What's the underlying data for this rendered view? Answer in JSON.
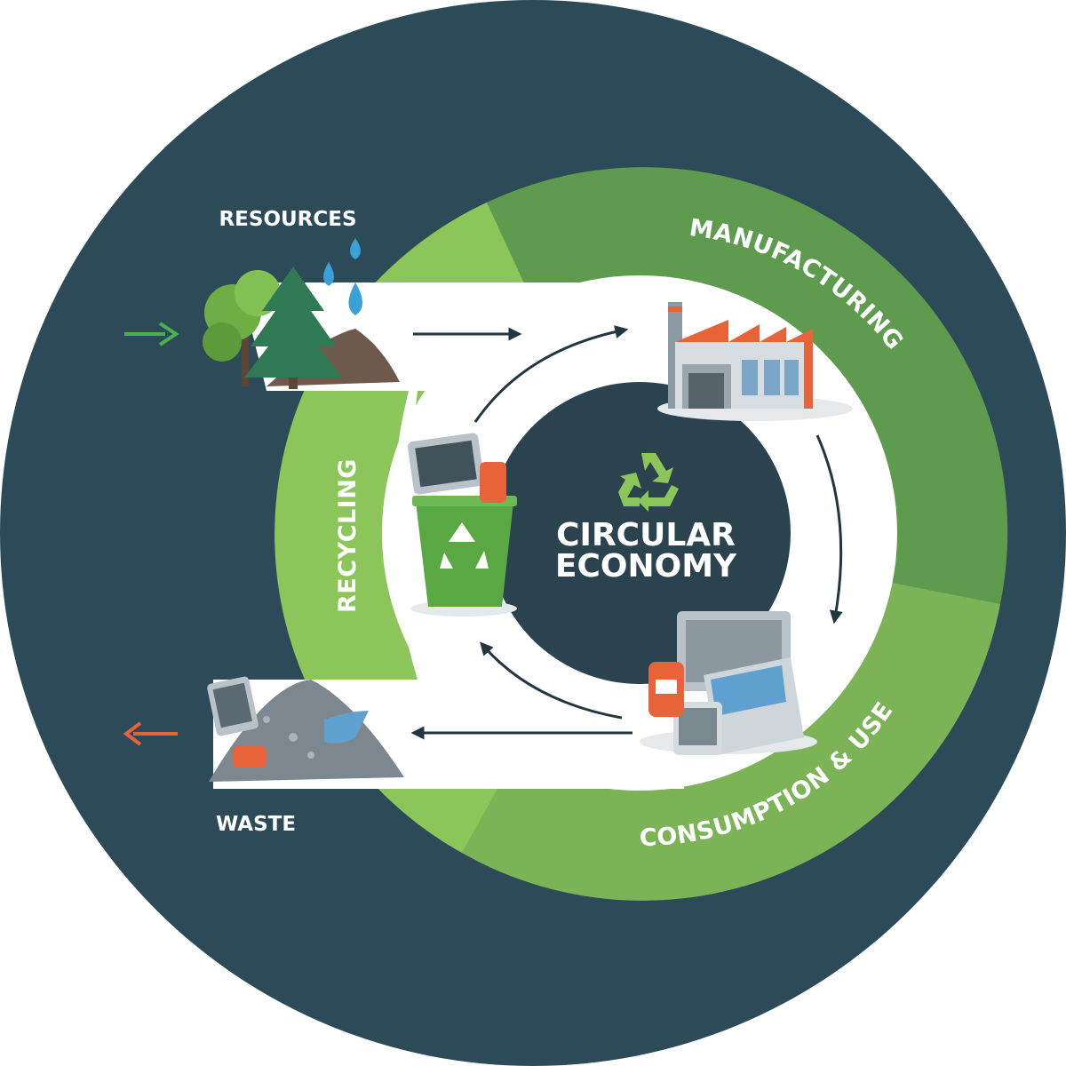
{
  "diagram": {
    "title_line1": "CIRCULAR",
    "title_line2": "ECONOMY",
    "resources_label": "RESOURCES",
    "waste_label": "WASTE",
    "manufacturing_label": "MANUFACTURING",
    "consumption_label": "CONSUMPTION & USE",
    "recycling_label": "RECYCLING"
  },
  "colors": {
    "outer_bg": "#2c4a57",
    "center_bg": "#2a434e",
    "green_dark": "#5e9b4e",
    "green_mid": "#6aa653",
    "green_light": "#8cc65a",
    "band": "#ffffff",
    "arrow": "#223640",
    "arrow_in": "#4caf50",
    "arrow_out": "#e8623a"
  },
  "icons": {
    "resources": "trees-water-icon",
    "manufacturing": "factory-icon",
    "consumption": "devices-icon",
    "recycling": "recycle-bin-icon",
    "waste": "waste-pile-icon",
    "center": "recycle-symbol-icon"
  }
}
